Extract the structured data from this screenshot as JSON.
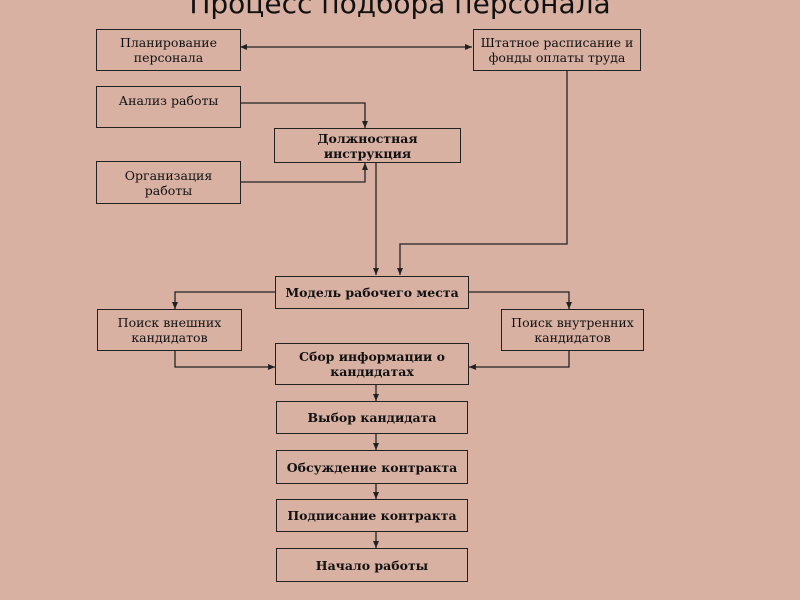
{
  "title": "Процесс подбора персонала",
  "nodes": {
    "planning": "Планирование\nперсонала",
    "staffing": "Штатное расписание и\nфонды оплаты труда",
    "job_analysis": "Анализ работы",
    "job_description": "Должностная инструкция",
    "work_org": "Организация\nработы",
    "workplace_model": "Модель рабочего места",
    "external_search": "Поиск внешних\nкандидатов",
    "internal_search": "Поиск внутренних\nкандидатов",
    "info_collection": "Сбор информации о\nкандидатах",
    "candidate_choice": "Выбор кандидата",
    "contract_discussion": "Обсуждение контракта",
    "contract_signing": "Подписание контракта",
    "start_work": "Начало работы"
  }
}
